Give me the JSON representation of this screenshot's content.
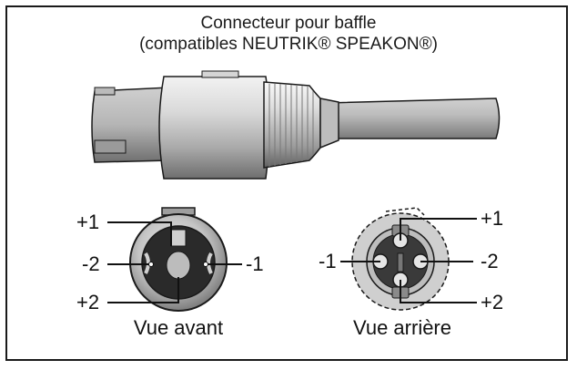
{
  "title": {
    "line1": "Connecteur pour baffle",
    "line2": "(compatibles NEUTRIK® SPEAKON®)"
  },
  "front_view": {
    "caption": "Vue avant",
    "labels": {
      "plus1": "+1",
      "minus2": "-2",
      "minus1": "-1",
      "plus2": "+2"
    }
  },
  "rear_view": {
    "caption": "Vue arrière",
    "labels": {
      "plus1": "+1",
      "minus1": "-1",
      "minus2": "-2",
      "plus2": "+2"
    }
  },
  "colors": {
    "outline": "#1a1a1a",
    "metal_light": "#e6e6e6",
    "metal_mid": "#a8a8a8",
    "metal_dark": "#555555"
  }
}
